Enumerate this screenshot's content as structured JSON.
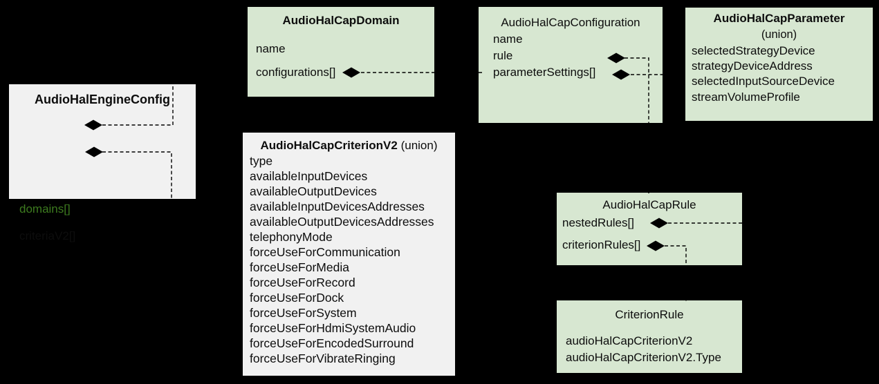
{
  "diagram": {
    "type": "uml-composition-diagram",
    "background": "#000000",
    "colors": {
      "class_fill_green": "#d7e7d1",
      "class_fill_gray": "#f1f1f1",
      "text": "#0d0d0d",
      "accent_green_text": "#3d7b1f",
      "connector_line": "#000000",
      "diamond_fill": "#000000"
    },
    "classes": [
      {
        "name": "AudioHalEngineConfig",
        "fields": [
          {
            "label": "domains[]"
          },
          {
            "label": "criteriaV2[]"
          }
        ]
      },
      {
        "name": "AudioHalCapDomain",
        "fields": [
          {
            "label": "name"
          },
          {
            "label": "configurations[]"
          }
        ]
      },
      {
        "name": "AudioHalCapConfiguration",
        "fields": [
          {
            "label": "name"
          },
          {
            "label": "rule"
          },
          {
            "label": "parameterSettings[]"
          }
        ]
      },
      {
        "name": "AudioHalCapParameter",
        "subtitle": "(union)",
        "fields": [
          {
            "label": "selectedStrategyDevice"
          },
          {
            "label": "strategyDeviceAddress"
          },
          {
            "label": "selectedInputSourceDevice"
          },
          {
            "label": "streamVolumeProfile"
          }
        ]
      },
      {
        "name": "AudioHalCapCriterionV2",
        "subtitle": "(union)",
        "fields": [
          {
            "label": "type"
          },
          {
            "label": "availableInputDevices"
          },
          {
            "label": "availableOutputDevices"
          },
          {
            "label": "availableInputDevicesAddresses"
          },
          {
            "label": "availableOutputDevicesAddresses"
          },
          {
            "label": "telephonyMode"
          },
          {
            "label": "forceUseForCommunication"
          },
          {
            "label": "forceUseForMedia"
          },
          {
            "label": "forceUseForRecord"
          },
          {
            "label": "forceUseForDock"
          },
          {
            "label": "forceUseForSystem"
          },
          {
            "label": "forceUseForHdmiSystemAudio"
          },
          {
            "label": "forceUseForEncodedSurround"
          },
          {
            "label": "forceUseForVibrateRinging"
          }
        ]
      },
      {
        "name": "AudioHalCapRule",
        "fields": [
          {
            "label": "nestedRules[]"
          },
          {
            "label": "criterionRules[]"
          }
        ]
      },
      {
        "name": "CriterionRule",
        "fields": [
          {
            "label": "audioHalCapCriterionV2"
          },
          {
            "label": "audioHalCapCriterionV2.Type"
          }
        ]
      }
    ],
    "connectors": [
      {
        "from": "AudioHalEngineConfig.domains[]",
        "to": "AudioHalCapDomain",
        "kind": "composition"
      },
      {
        "from": "AudioHalEngineConfig.criteriaV2[]",
        "to": "AudioHalCapCriterionV2",
        "kind": "composition"
      },
      {
        "from": "AudioHalCapDomain.configurations[]",
        "to": "AudioHalCapConfiguration",
        "kind": "composition"
      },
      {
        "from": "AudioHalCapConfiguration.rule",
        "to": "AudioHalCapRule",
        "kind": "composition"
      },
      {
        "from": "AudioHalCapConfiguration.parameterSettings[]",
        "to": "AudioHalCapParameter",
        "kind": "composition"
      },
      {
        "from": "AudioHalCapRule.nestedRules[]",
        "to": "AudioHalCapRule",
        "kind": "composition"
      },
      {
        "from": "AudioHalCapRule.criterionRules[]",
        "to": "CriterionRule",
        "kind": "composition"
      }
    ]
  }
}
